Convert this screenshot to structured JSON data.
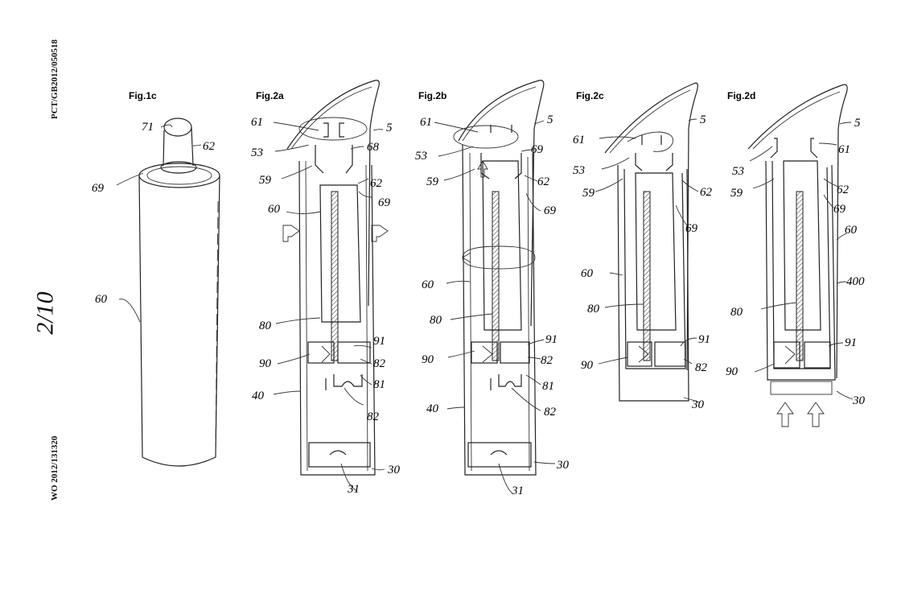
{
  "header": {
    "publication_top": "PCT/GB2012/050518",
    "publication_bottom": "WO 2012/131320",
    "sheet_number": "2/10"
  },
  "figures": [
    {
      "id": "fig1c",
      "title": "Fig.1c",
      "labels": {
        "l71": "71",
        "l62": "62",
        "l69": "69",
        "l60": "60"
      }
    },
    {
      "id": "fig2a",
      "title": "Fig.2a",
      "labels": {
        "l61": "61",
        "l5": "5",
        "l53": "53",
        "l68": "68",
        "l59": "59",
        "l62": "62",
        "l69": "69",
        "l60": "60",
        "l80": "80",
        "l91": "91",
        "l90": "90",
        "l82a": "82",
        "l81": "81",
        "l40": "40",
        "l82b": "82",
        "l30": "30",
        "l31": "31"
      }
    },
    {
      "id": "fig2b",
      "title": "Fig.2b",
      "labels": {
        "l61": "61",
        "l5": "5",
        "l53": "53",
        "l69a": "69",
        "l59": "59",
        "l62": "62",
        "l69b": "69",
        "l60": "60",
        "l80": "80",
        "l91": "91",
        "l90": "90",
        "l82a": "82",
        "l81": "81",
        "l40": "40",
        "l82b": "82",
        "l30": "30",
        "l31": "31"
      }
    },
    {
      "id": "fig2c",
      "title": "Fig.2c",
      "labels": {
        "l5": "5",
        "l61": "61",
        "l53": "53",
        "l59": "59",
        "l62": "62",
        "l69": "69",
        "l60": "60",
        "l80": "80",
        "l91": "91",
        "l90": "90",
        "l82": "82",
        "l30": "30"
      }
    },
    {
      "id": "fig2d",
      "title": "Fig.2d",
      "labels": {
        "l5": "5",
        "l61": "61",
        "l53": "53",
        "l59": "59",
        "l62": "62",
        "l69": "69",
        "l60": "60",
        "l400": "400",
        "l80": "80",
        "l91": "91",
        "l90": "90",
        "l30": "30"
      }
    }
  ]
}
